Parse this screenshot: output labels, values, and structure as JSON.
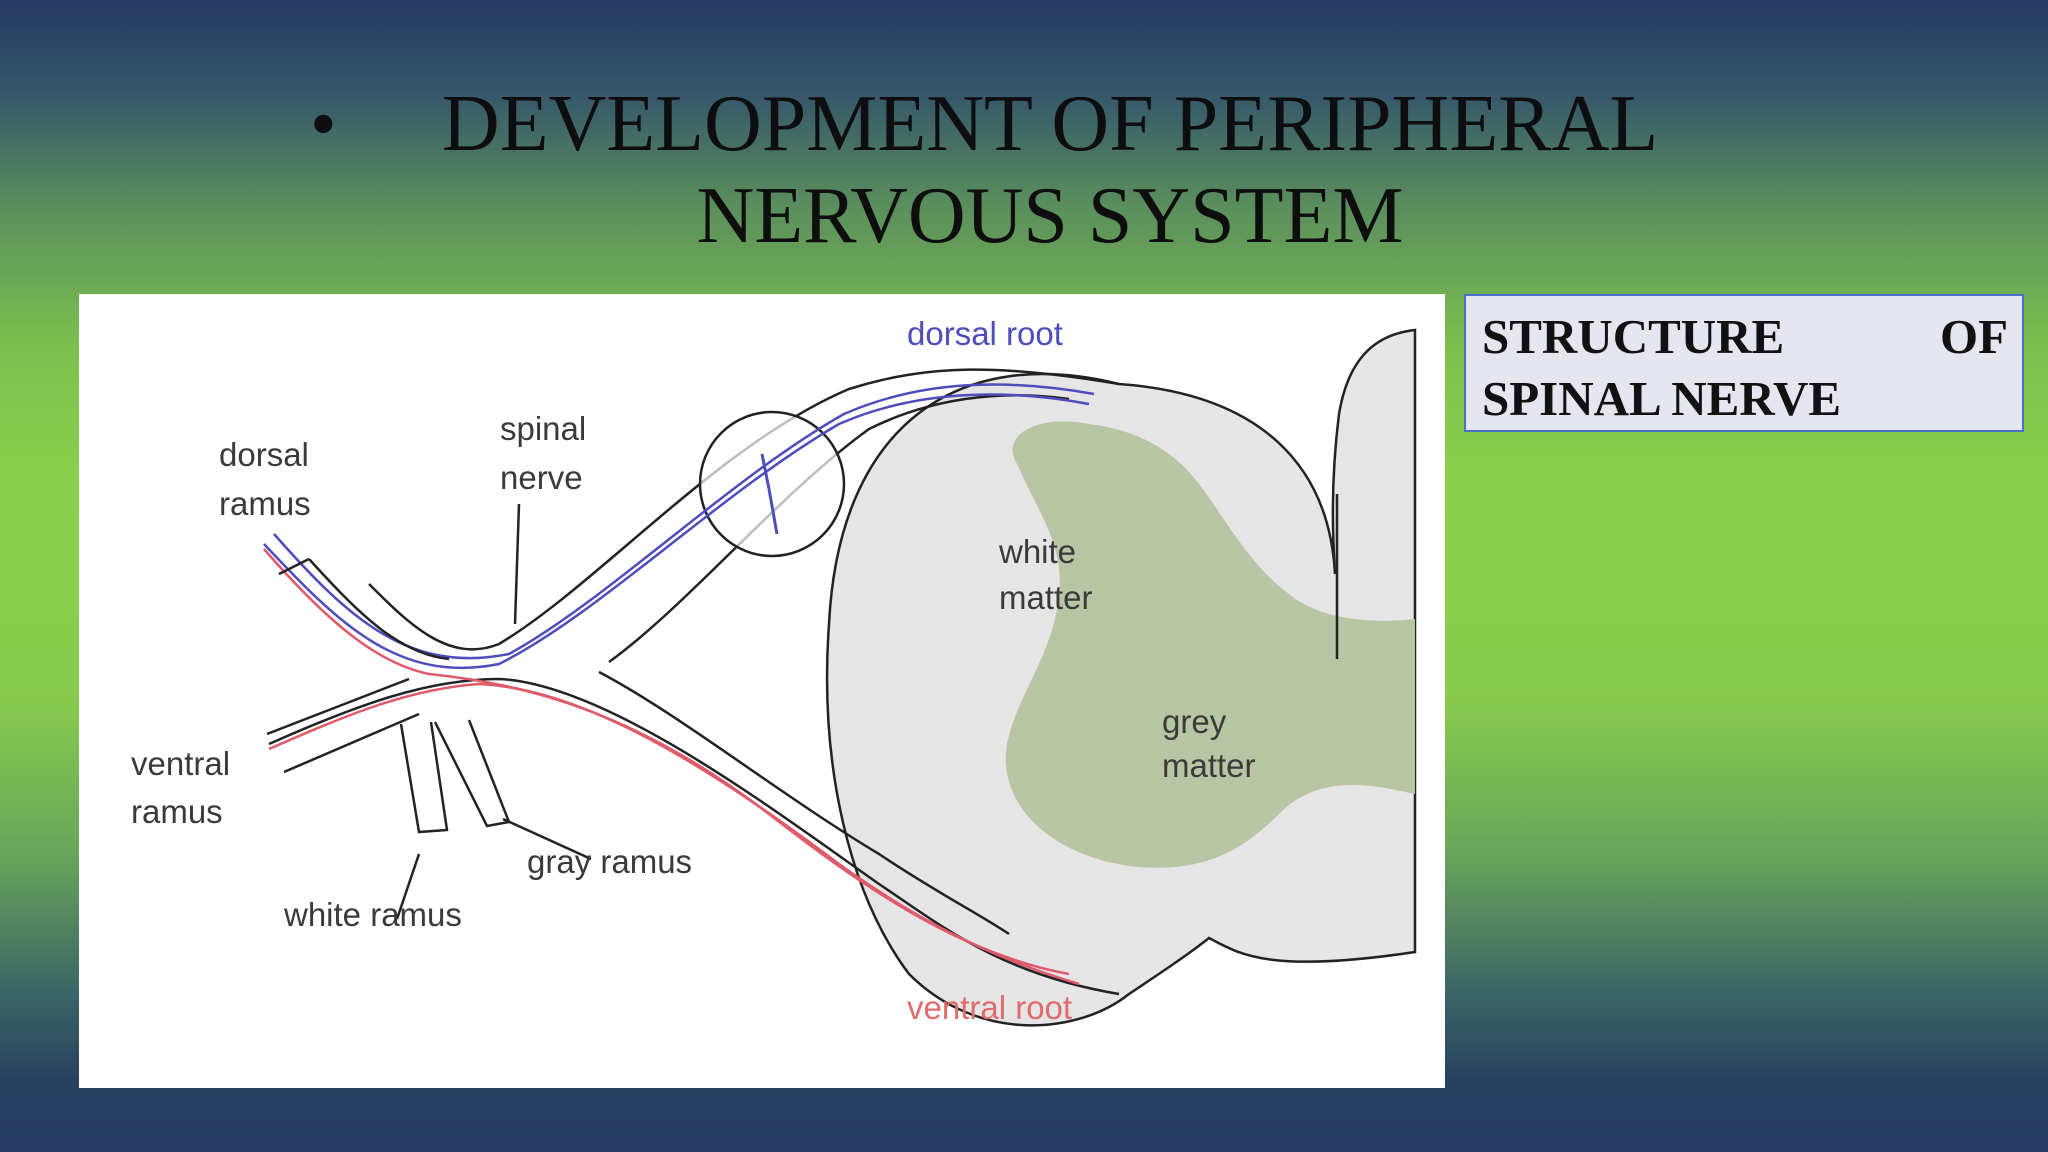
{
  "slide": {
    "bullet": "•",
    "title_line1": "DEVELOPMENT OF PERIPHERAL",
    "title_line2": "NERVOUS SYSTEM"
  },
  "diagram": {
    "labels": {
      "dorsal_root": "dorsal root",
      "spinal_nerve_1": "spinal",
      "spinal_nerve_2": "nerve",
      "dorsal_ramus_1": "dorsal",
      "dorsal_ramus_2": "ramus",
      "white_matter_1": "white",
      "white_matter_2": "matter",
      "grey_matter_1": "grey",
      "grey_matter_2": "matter",
      "ventral_ramus_1": "ventral",
      "ventral_ramus_2": "ramus",
      "gray_ramus": "gray ramus",
      "white_ramus": "white ramus",
      "ventral_root": "ventral root"
    },
    "colors": {
      "sensory": "#4d4dbb",
      "motor": "#e05a6a",
      "grey_matter": "#b9c6a3",
      "white_matter": "#e6e6e6",
      "outline": "#222222"
    }
  },
  "caption": {
    "word1": "STRUCTURE",
    "word2": "OF",
    "line2": "SPINAL NERVE"
  }
}
